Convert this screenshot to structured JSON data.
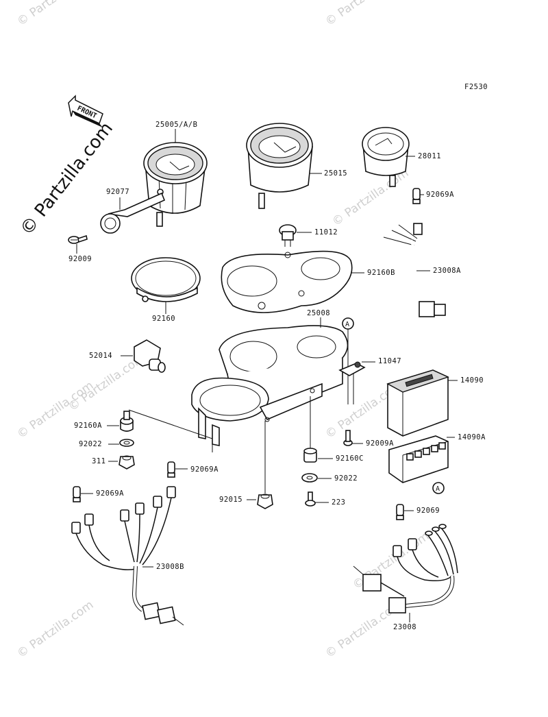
{
  "figure_code": "F2530",
  "front_label": "FRONT",
  "watermark": {
    "brand": "© Partzilla.com",
    "small": "© Partzilla.com"
  },
  "callout_a": "A",
  "parts": {
    "p25005": "25005/A/B",
    "p25015": "25015",
    "p28011": "28011",
    "p92077": "92077",
    "p92009": "92009",
    "p11012": "11012",
    "p92069A_top": "92069A",
    "p92160B": "92160B",
    "p23008A": "23008A",
    "p92160": "92160",
    "p25008": "25008",
    "p52014": "52014",
    "p11047": "11047",
    "p14090": "14090",
    "p92160A": "92160A",
    "p92009A": "92009A",
    "p14090A": "14090A",
    "p92022_left": "92022",
    "p311": "311",
    "p92069A_mid": "92069A",
    "p92160C": "92160C",
    "p92022_right": "92022",
    "p92069A_left": "92069A",
    "p92015": "92015",
    "p223": "223",
    "p92069": "92069",
    "p23008B": "23008B",
    "p23008": "23008"
  }
}
